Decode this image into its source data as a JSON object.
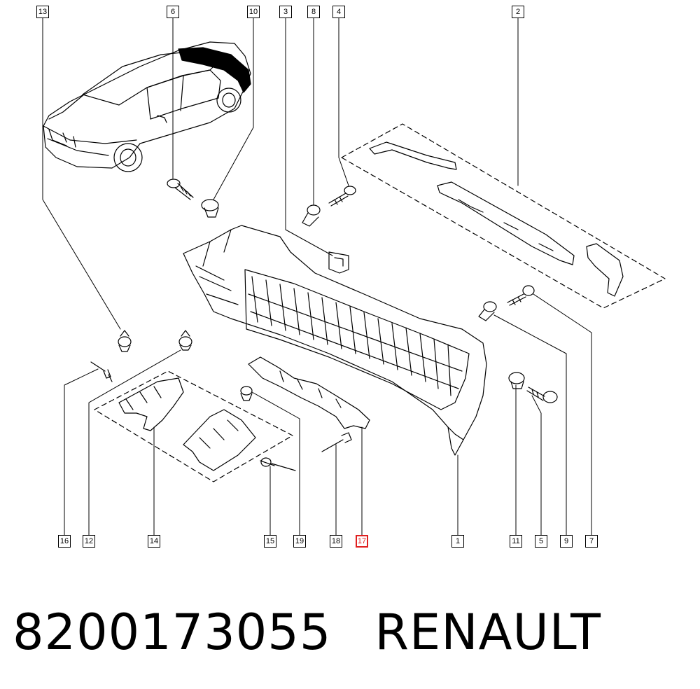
{
  "caption": {
    "part_number": "8200173055",
    "brand": "RENAULT"
  },
  "callouts": {
    "c13": "13",
    "c6": "6",
    "c10": "10",
    "c3": "3",
    "c8": "8",
    "c4": "4",
    "c2": "2",
    "c16": "16",
    "c12": "12",
    "c14": "14",
    "c15": "15",
    "c19": "19",
    "c18": "18",
    "c17": "17",
    "c1": "1",
    "c11": "11",
    "c5": "5",
    "c9": "9",
    "c7": "7"
  },
  "highlighted_callout": "17",
  "colors": {
    "line": "#000000",
    "highlight": "#e02020",
    "background": "#ffffff"
  }
}
